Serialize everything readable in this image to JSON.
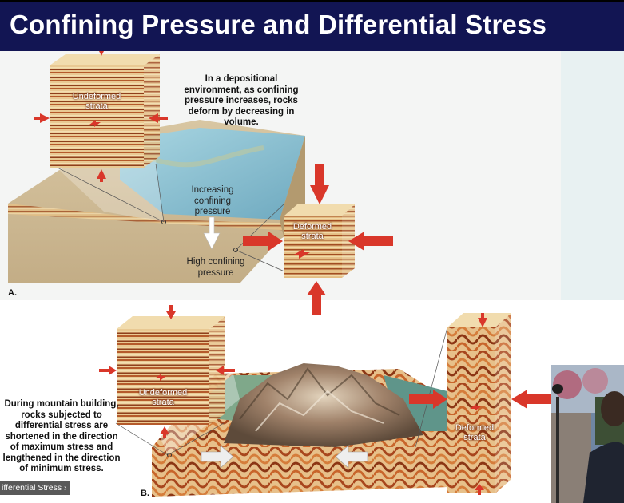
{
  "slide": {
    "title": "Confining Pressure and Differential Stress"
  },
  "panel_a": {
    "caption": "In a depositional environment, as confining pressure increases, rocks deform by decreasing in volume.",
    "undeformed_label": "Undeformed strata",
    "deformed_label": "Deformed strata",
    "increasing_label": "Increasing confining pressure",
    "high_label": "High confining pressure",
    "letter": "A."
  },
  "panel_b": {
    "caption": "During mountain building, rocks subjected to differential stress are shortened in the direction of maximum stress and lengthened in the direction of minimum stress.",
    "undeformed_label": "Undeformed strata",
    "deformed_label": "Deformed strata",
    "letter": "B."
  },
  "player": {
    "breadcrumb": "ifferential Stress",
    "chevron": "›"
  },
  "colors": {
    "title_bg": "#121553",
    "arrow_red": "#d9372a",
    "strata_tan": "#e7c48d",
    "strata_brown": "#9a4b24",
    "water": "#7fb4c6"
  },
  "icons": {
    "chevron": "chevron-right-icon",
    "speaker": "webcam-presenter"
  }
}
